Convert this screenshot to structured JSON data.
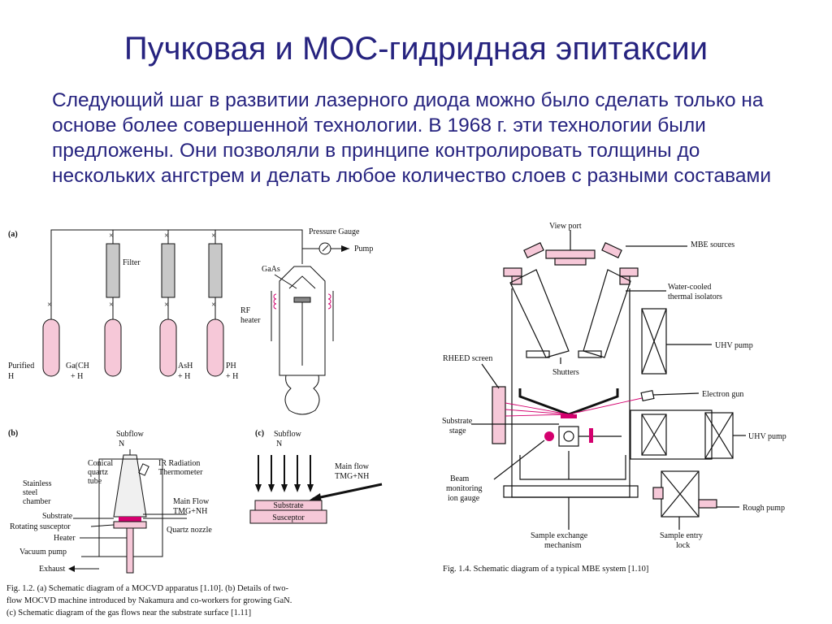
{
  "slide": {
    "title": "Пучковая  и МОС-гидридная эпитаксии",
    "body": "Следующий шаг в развитии лазерного диода можно было сделать только на основе более совершенной технологии. В 1968 г. эти технологии были предложены. Они позволяли в принципе контролировать толщины до нескольких ангстрем и делать любое количество слоев с разными составами"
  },
  "colors": {
    "title": "#26237f",
    "pink": "#f6c8d8",
    "magenta": "#d4006e",
    "gray": "#c8c8c8"
  },
  "fig_a": {
    "panel": "(a)",
    "filter": "Filter",
    "pressure_gauge": "Pressure Gauge",
    "pump": "Pump",
    "gaas": "GaAs",
    "rf1": "RF",
    "rf2": "heater",
    "purified1": "Purified",
    "purified2": "H",
    "ga1": "Ga(CH",
    "ga2": "+ H",
    "as1": "AsH",
    "as2": "+ H",
    "ph1": "PH",
    "ph2": "+ H"
  },
  "fig_b": {
    "panel": "(b)",
    "subflow1": "Subflow",
    "subflow2": "N",
    "conical1": "Conical",
    "conical2": "quartz",
    "conical3": "tube",
    "ir1": "IR Radiation",
    "ir2": "Thermometer",
    "stainless1": "Stainless",
    "stainless2": "steel",
    "stainless3": "chamber",
    "mainflow1": "Main Flow",
    "mainflow2": "TMG+NH",
    "substrate": "Substrate",
    "rotating": "Rotating susceptor",
    "heater": "Heater",
    "nozzle": "Quartz nozzle",
    "vacuum": "Vacuum pump",
    "exhaust": "Exhaust"
  },
  "fig_c": {
    "panel": "(c)",
    "subflow1": "Subflow",
    "subflow2": "N",
    "mainflow1": "Main flow",
    "mainflow2": "TMG+NH",
    "substrate": "Substrate",
    "susceptor": "Susceptor"
  },
  "caption_12": {
    "line1": "Fig. 1.2. (a) Schematic diagram of a MOCVD apparatus [1.10]. (b) Details of two-",
    "line2": "flow MOCVD machine introduced by Nakamura and co-workers for growing GaN.",
    "line3": "(c) Schematic diagram of the gas flows near the substrate surface [1.11]"
  },
  "mbe": {
    "view_port": "View port",
    "mbe_sources": "MBE sources",
    "water1": "Water-cooled",
    "water2": "thermal isolators",
    "uhv_pump": "UHV pump",
    "rheed": "RHEED screen",
    "shutters": "Shutters",
    "electron_gun": "Electron gun",
    "substrate1": "Substrate",
    "substrate2": "stage",
    "uhv_pump2": "UHV pump",
    "beam1": "Beam",
    "beam2": "monitoring",
    "beam3": "ion gauge",
    "rough_pump": "Rough pump",
    "exchange1": "Sample exchange",
    "exchange2": "mechanism",
    "entry1": "Sample entry",
    "entry2": "lock",
    "caption": "Fig. 1.4. Schematic diagram of a typical MBE system [1.10]"
  }
}
